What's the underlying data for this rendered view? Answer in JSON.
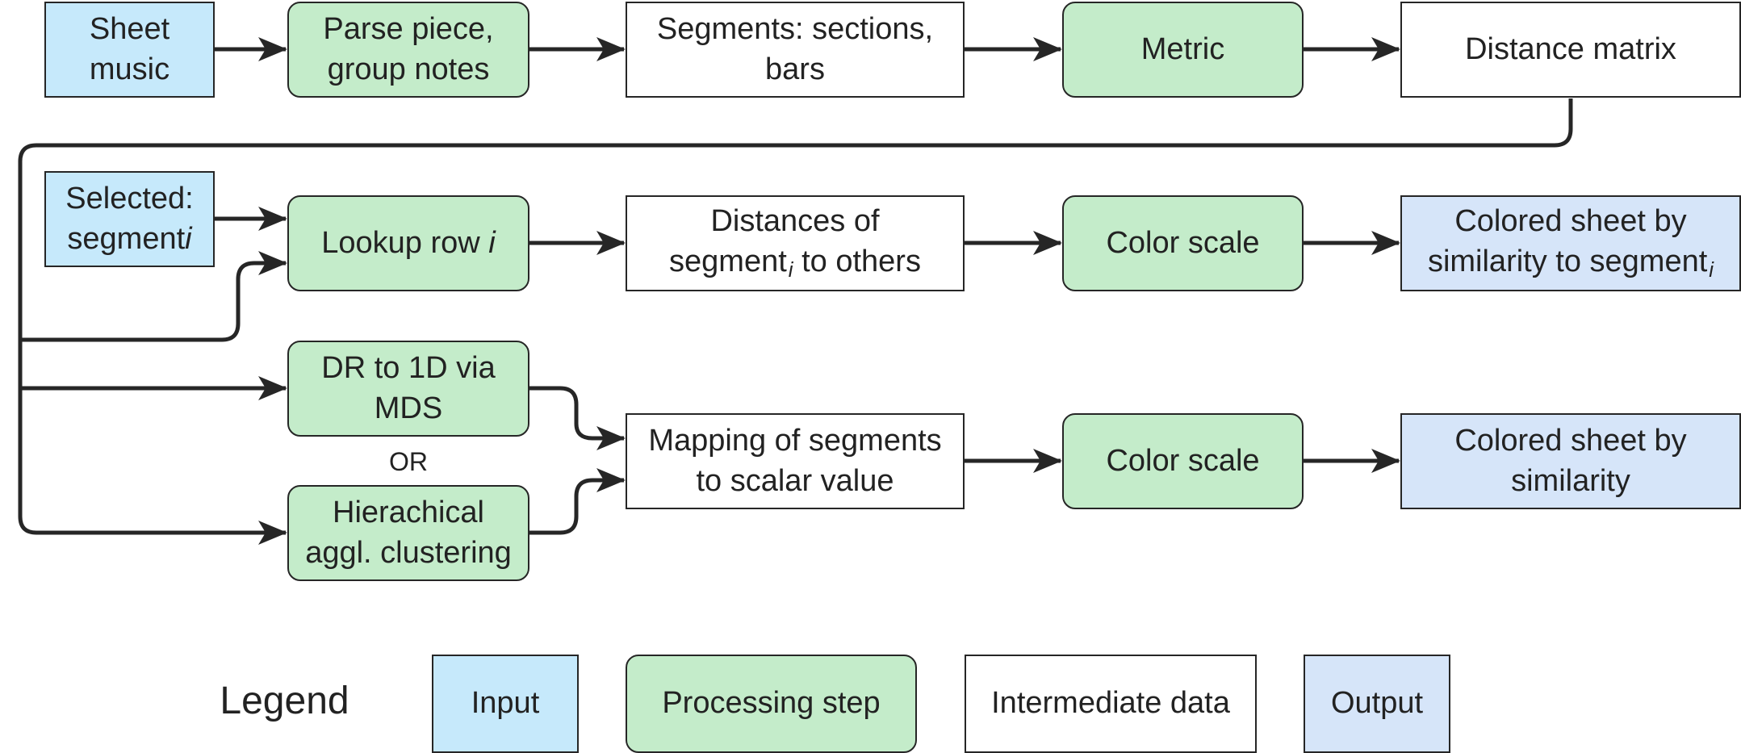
{
  "colors": {
    "input": "#c6e9fb",
    "process": "#c4ecca",
    "intermediate": "#ffffff",
    "output": "#d6e5f9",
    "stroke": "#262626"
  },
  "nodes": {
    "sheet_music": "Sheet\nmusic",
    "parse_piece": "Parse piece,\ngroup notes",
    "segments": "Segments: sections,\nbars",
    "metric": "Metric",
    "distance_matrix": "Distance matrix",
    "selected": {
      "line1": "Selected:",
      "word": "segment",
      "sub": "i"
    },
    "lookup_row": {
      "text": "Lookup row",
      "var": "i"
    },
    "distances": {
      "line1": "Distances of",
      "word": "segment",
      "sub": "i",
      "rest": "to others"
    },
    "color_scale_1": "Color scale",
    "colored_sheet_segment": {
      "line1": "Colored sheet by",
      "text": "similarity to segment",
      "sub": "i"
    },
    "dr_mds": "DR to 1D via\nMDS",
    "or_label": "OR",
    "hier_clustering": "Hierachical\naggl. clustering",
    "mapping": "Mapping of segments\nto scalar value",
    "color_scale_2": "Color scale",
    "colored_sheet": "Colored sheet by\nsimilarity"
  },
  "legend": {
    "title": "Legend",
    "input": "Input",
    "processing": "Processing step",
    "intermediate": "Intermediate data",
    "output": "Output"
  }
}
